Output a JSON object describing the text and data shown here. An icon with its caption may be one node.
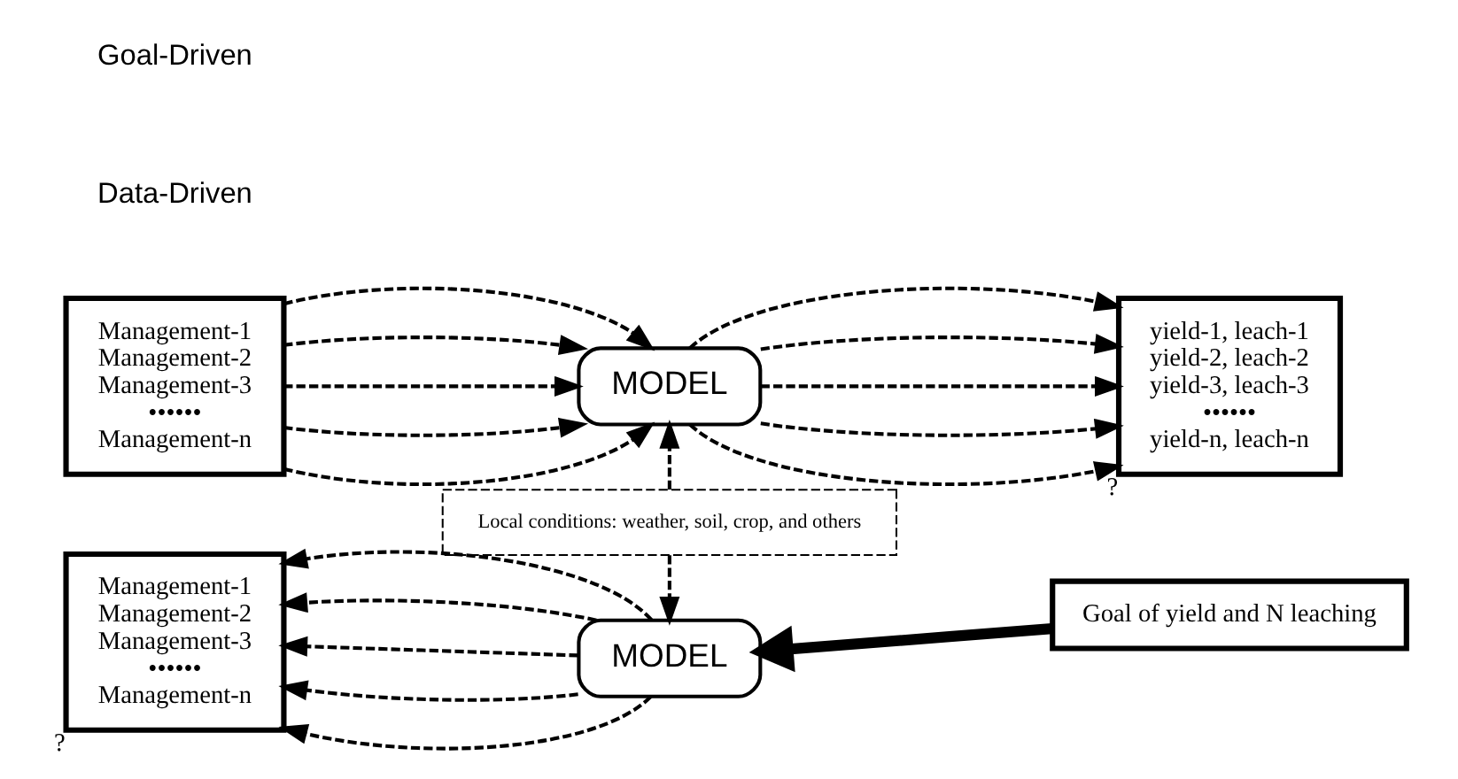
{
  "diagram": {
    "nodes": [
      {
        "text": [
          "Management-1",
          "Management-2",
          "Management-3",
          "••••••",
          "Management-n"
        ]
      },
      {
        "text": [
          "MODEL"
        ]
      },
      {
        "text": [
          "yield-1, leach-1",
          "yield-2, leach-2",
          "yield-3, leach-3",
          "••••••",
          "yield-n, leach-n"
        ],
        "beside": [
          "?"
        ]
      },
      {
        "text": [
          "Local conditions: weather, soil, crop, and others"
        ]
      },
      {
        "text": [
          "Management-1",
          "Management-2",
          "Management-3",
          "••••••",
          "Management-n"
        ],
        "beside": [
          "?"
        ]
      },
      {
        "text": [
          "MODEL"
        ]
      },
      {
        "text": [
          "Goal of yield and N leaching"
        ]
      }
    ],
    "edges": [
      {
        "from": 0,
        "to": 1,
        "arrow": "to",
        "style": "dashed"
      },
      {
        "from": 0,
        "to": 1,
        "arrow": "to",
        "style": "dashed"
      },
      {
        "from": 0,
        "to": 1,
        "arrow": "to",
        "style": "dashed"
      },
      {
        "from": 0,
        "to": 1,
        "arrow": "to",
        "style": "dashed"
      },
      {
        "from": 0,
        "to": 1,
        "arrow": "to",
        "style": "dashed"
      },
      {
        "from": 1,
        "to": 2,
        "arrow": "to",
        "style": "dashed"
      },
      {
        "from": 1,
        "to": 2,
        "arrow": "to",
        "style": "dashed"
      },
      {
        "from": 1,
        "to": 2,
        "arrow": "to",
        "style": "dashed"
      },
      {
        "from": 1,
        "to": 2,
        "arrow": "to",
        "style": "dashed"
      },
      {
        "from": 1,
        "to": 2,
        "arrow": "to",
        "style": "dashed"
      },
      {
        "from": 3,
        "to": 1,
        "arrow": "to",
        "style": "dashed"
      },
      {
        "from": 3,
        "to": 5,
        "arrow": "to",
        "style": "dashed"
      },
      {
        "from": 6,
        "to": 5,
        "arrow": "to",
        "style": "thick"
      },
      {
        "from": 5,
        "to": 4,
        "arrow": "to",
        "style": "dashed"
      },
      {
        "from": 5,
        "to": 4,
        "arrow": "to",
        "style": "dashed"
      },
      {
        "from": 5,
        "to": 4,
        "arrow": "to",
        "style": "dashed"
      },
      {
        "from": 5,
        "to": 4,
        "arrow": "to",
        "style": "dashed"
      },
      {
        "from": 5,
        "to": 4,
        "arrow": "to",
        "style": "dashed"
      }
    ],
    "labels": [
      "Data-Driven",
      "Goal-Driven"
    ]
  }
}
